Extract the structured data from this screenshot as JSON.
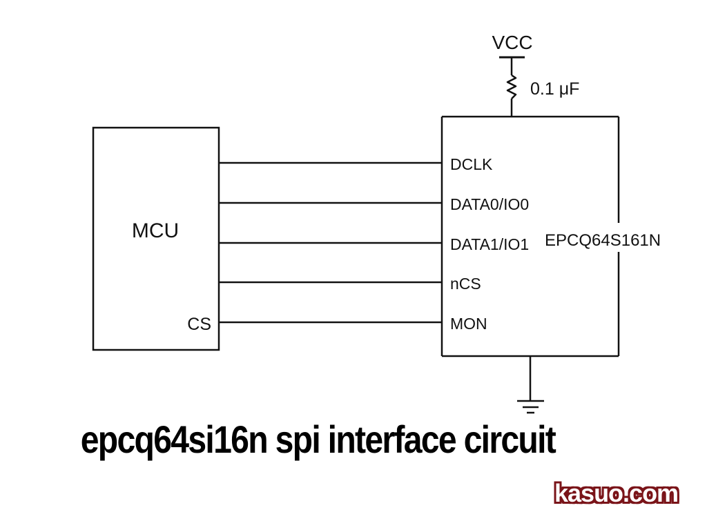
{
  "title": "epcq64si16n spi interface circuit",
  "watermark": "kasuo.com",
  "colors": {
    "line": "#111111",
    "background": "#ffffff",
    "watermark_outline": "#7a1419",
    "watermark_text": "#ffffff"
  },
  "power": {
    "supply_label": "VCC",
    "component_label": "0.1 μF",
    "component_icon": "resistor-zigzag-icon",
    "ground_icon": "ground-icon"
  },
  "mcu": {
    "label": "MCU",
    "pin_label": "CS"
  },
  "flash": {
    "part_number": "EPCQ64S161N",
    "pins": [
      "DCLK",
      "DATA0/IO0",
      "DATA1/IO1",
      "nCS",
      "MON"
    ]
  },
  "connections": [
    {
      "from": "MCU",
      "to": "DCLK"
    },
    {
      "from": "MCU",
      "to": "DATA0/IO0"
    },
    {
      "from": "MCU",
      "to": "DATA1/IO1"
    },
    {
      "from": "MCU",
      "to": "nCS"
    },
    {
      "from": "MCU CS",
      "to": "MON"
    }
  ]
}
